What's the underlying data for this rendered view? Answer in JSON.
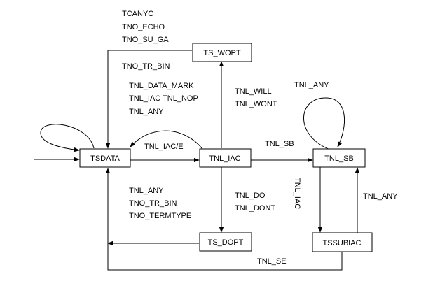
{
  "states": {
    "tsdata": "TSDATA",
    "tnl_iac": "TNL_IAC",
    "tnl_sb": "TNL_SB",
    "ts_wopt": "TS_WOPT",
    "ts_dopt": "TS_DOPT",
    "tssubiac": "TSSUBIAC"
  },
  "labels": {
    "wopt_to_tsdata": [
      "TCANYC",
      "TNO_ECHO",
      "TNO_SU_GA"
    ],
    "tno_tr_bin_top": "TNO_TR_BIN",
    "iac_to_tsdata_top": [
      "TNL_DATA_MARK",
      "TNL_IAC TNL_NOP",
      "TNL_ANY"
    ],
    "iac_to_tsdata_curve": "TNL_IAC/E",
    "iac_to_wopt": [
      "TNL_WILL",
      "TNL_WONT"
    ],
    "sb_self_loop": "TNL_ANY",
    "iac_to_sb": "TNL_SB",
    "iac_to_dopt": [
      "TNL_DO",
      "TNL_DONT"
    ],
    "dopt_to_tsdata": [
      "TNL_ANY",
      "TNO_TR_BIN",
      "TNO_TERMTYPE"
    ],
    "sb_to_subiac_vertical": "TNL_IAC",
    "subiac_to_sb": "TNL_ANY",
    "subiac_to_tsdata": "TNL_SE"
  }
}
